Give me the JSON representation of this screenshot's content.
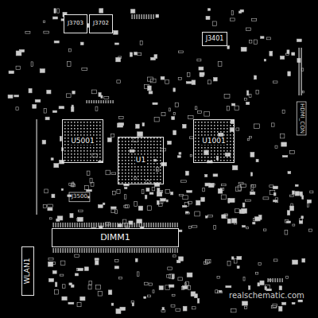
{
  "diagram": {
    "nodes": [
      {
        "text": [
          "J3703"
        ]
      },
      {
        "text": [
          "J3702"
        ]
      },
      {
        "text": [
          "J3401"
        ]
      },
      {
        "text": [
          "U5001"
        ]
      },
      {
        "text": [
          "U1"
        ]
      },
      {
        "text": [
          "U1001"
        ]
      },
      {
        "text": [
          "DIMM1"
        ]
      },
      {
        "text": [
          "WLAN1"
        ]
      }
    ],
    "labels": [
      "HDMI_CON",
      "J3500",
      "realschematic.com"
    ]
  }
}
